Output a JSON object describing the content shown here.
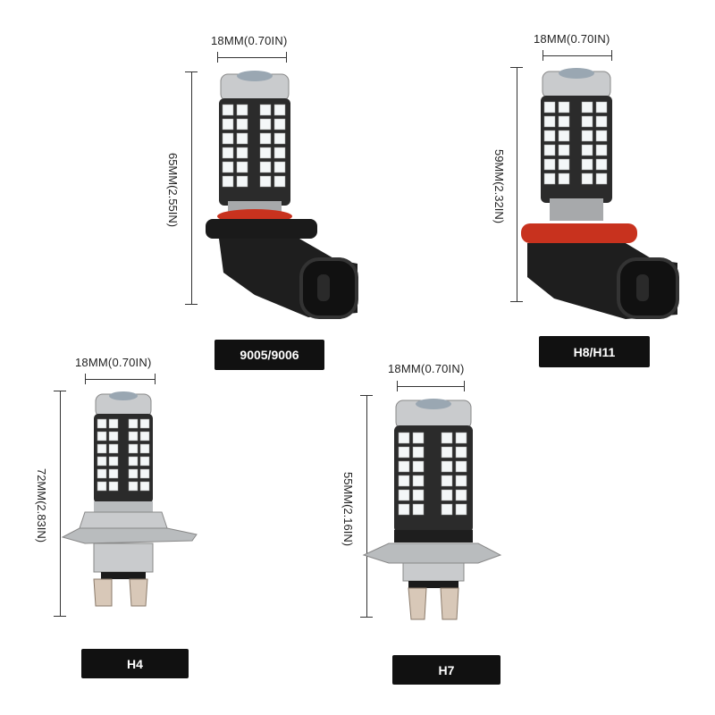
{
  "bulbs": [
    {
      "id": "9005",
      "model": "9005/9006",
      "width": "18MM(0.70IN)",
      "height": "65MM(2.55IN)"
    },
    {
      "id": "h8",
      "model": "H8/H11",
      "width": "18MM(0.70IN)",
      "height": "59MM(2.32IN)"
    },
    {
      "id": "h4",
      "model": "H4",
      "width": "18MM(0.70IN)",
      "height": "72MM(2.83IN)"
    },
    {
      "id": "h7",
      "model": "H7",
      "width": "18MM(0.70IN)",
      "height": "55MM(2.16IN)"
    }
  ],
  "colors": {
    "led": "#f4f7f8",
    "base": "#1a1a1a",
    "ring": "#c8321e",
    "metal": "#b9bcbe",
    "label": "#111111"
  }
}
